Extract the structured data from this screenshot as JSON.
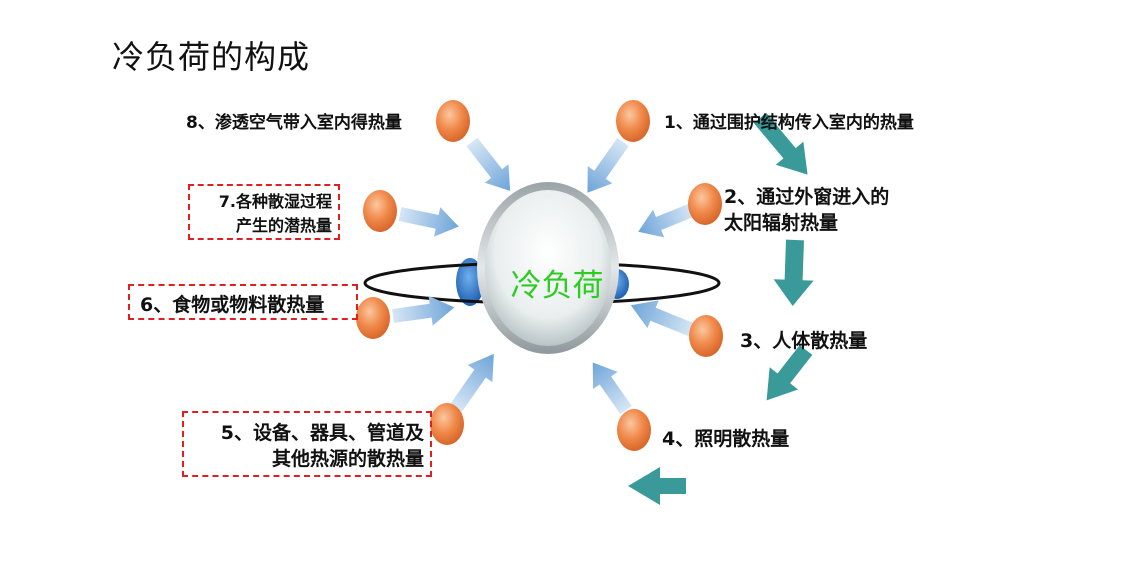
{
  "title": "冷负荷的构成",
  "center": "冷负荷",
  "items": {
    "i1": "1、通过围护结构传入室内的热量",
    "i2_line1": "2、通过外窗进入的",
    "i2_line2": "太阳辐射热量",
    "i3": "3、人体散热量",
    "i4": "4、照明散热量",
    "i5_line1": "5、设备、器具、管道及",
    "i5_line2": "其他热源的散热量",
    "i6": "6、食物或物料散热量",
    "i7_line1": "7.各种散湿过程",
    "i7_line2": "产生的潜热量",
    "i8": "8、渗透空气带入室内得热量"
  },
  "colors": {
    "accent_teal": "#3a9a9a",
    "node_orange": "#f08a4b",
    "dash_red": "#e02020",
    "center_green": "#2ecc22"
  }
}
